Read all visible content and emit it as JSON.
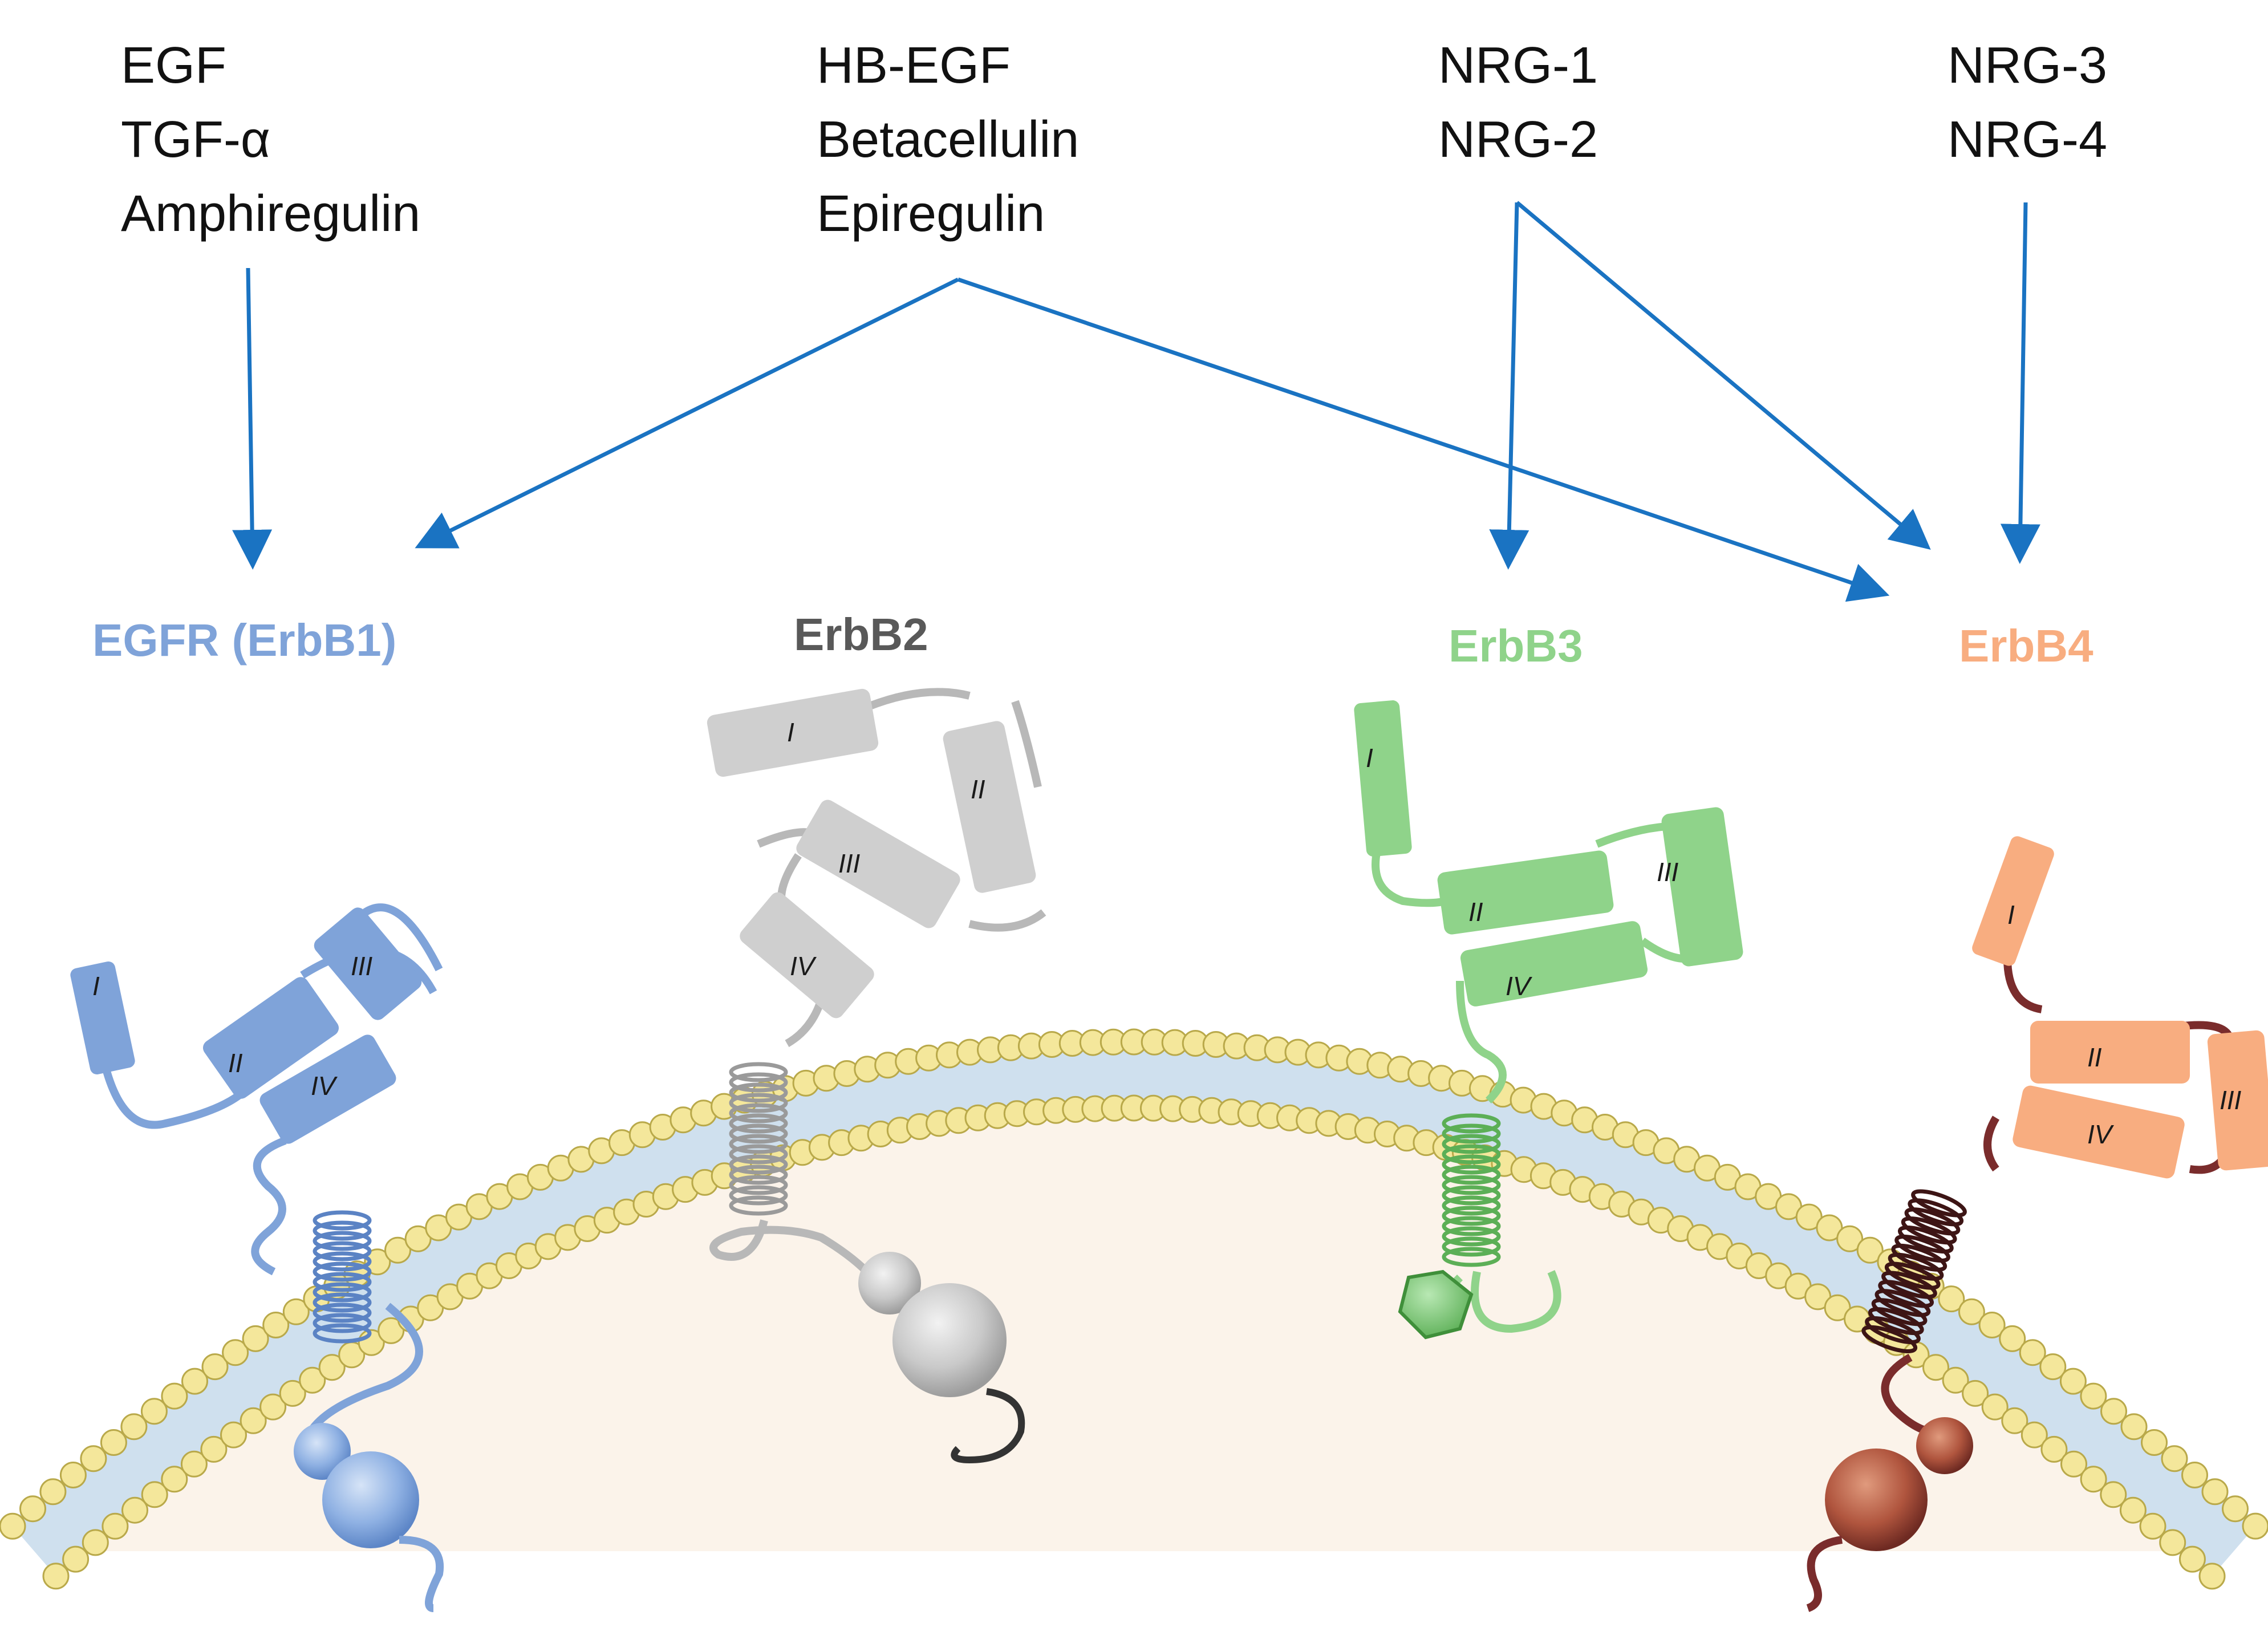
{
  "ligand_groups": [
    {
      "id": "g1",
      "lines": [
        "EGF",
        "TGF-α",
        "Amphiregulin"
      ]
    },
    {
      "id": "g2",
      "lines": [
        "HB-EGF",
        "Betacellulin",
        "Epiregulin"
      ]
    },
    {
      "id": "g3",
      "lines": [
        "NRG-1",
        "NRG-2"
      ]
    },
    {
      "id": "g4",
      "lines": [
        "NRG-3",
        "NRG-4"
      ]
    }
  ],
  "receptors": [
    {
      "id": "egfr",
      "label": "EGFR (ErbB1)",
      "color": "#7fa3d9",
      "dark": "#5b83c4"
    },
    {
      "id": "erbb2",
      "label": "ErbB2",
      "color": "#cfcfcf",
      "dark": "#9a9a9a",
      "label_color": "#595959"
    },
    {
      "id": "erbb3",
      "label": "ErbB3",
      "color": "#8fd38a",
      "dark": "#5caf56"
    },
    {
      "id": "erbb4",
      "label": "ErbB4",
      "color": "#f8ad80",
      "dark": "#7a2c2c"
    }
  ],
  "domains": [
    "I",
    "II",
    "III",
    "IV"
  ],
  "binding_arrows": [
    {
      "from": "g1",
      "to": "egfr"
    },
    {
      "from": "g2",
      "to": "egfr"
    },
    {
      "from": "g2",
      "to": "erbb4"
    },
    {
      "from": "g3",
      "to": "erbb3"
    },
    {
      "from": "g3",
      "to": "erbb4"
    },
    {
      "from": "g4",
      "to": "erbb4"
    }
  ],
  "colors": {
    "arrow": "#1a73c2",
    "membrane_head": "#f4e79b",
    "membrane_head_edge": "#b9a94a",
    "membrane_tail": "#cfe0ee",
    "cytoplasm": "#fbf3ea"
  }
}
